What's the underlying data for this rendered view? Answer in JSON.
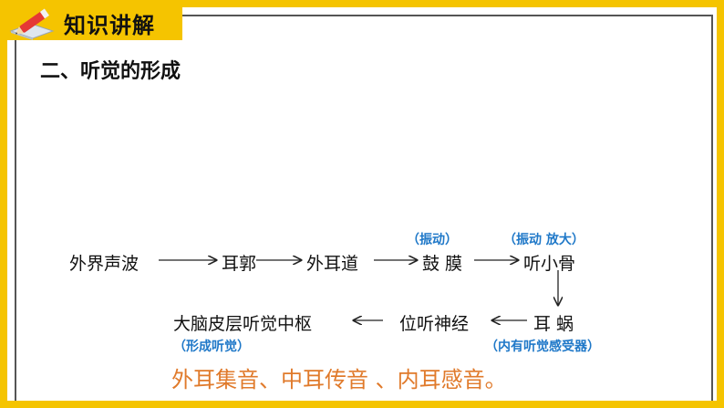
{
  "header": {
    "title": "知识讲解",
    "icon": "pencil-book-icon"
  },
  "section": {
    "title": "二、听觉的形成"
  },
  "flow": {
    "row1": [
      "外界声波",
      "耳郭",
      "外耳道",
      "鼓 膜",
      "听小骨"
    ],
    "row2": [
      "大脑皮层听觉中枢",
      "位听神经",
      "耳 蜗"
    ]
  },
  "notes": {
    "gu_mo": "（振动）",
    "ting_xiao_gu": "（振动 放大）",
    "dao_nao": "（形成听觉）",
    "er_wo": "（内有听觉感受器）"
  },
  "summary": "外耳集音、中耳传音 、内耳感音。",
  "colors": {
    "frame": "#f5c400",
    "note": "#1f78c8",
    "summary": "#e07a2b"
  }
}
